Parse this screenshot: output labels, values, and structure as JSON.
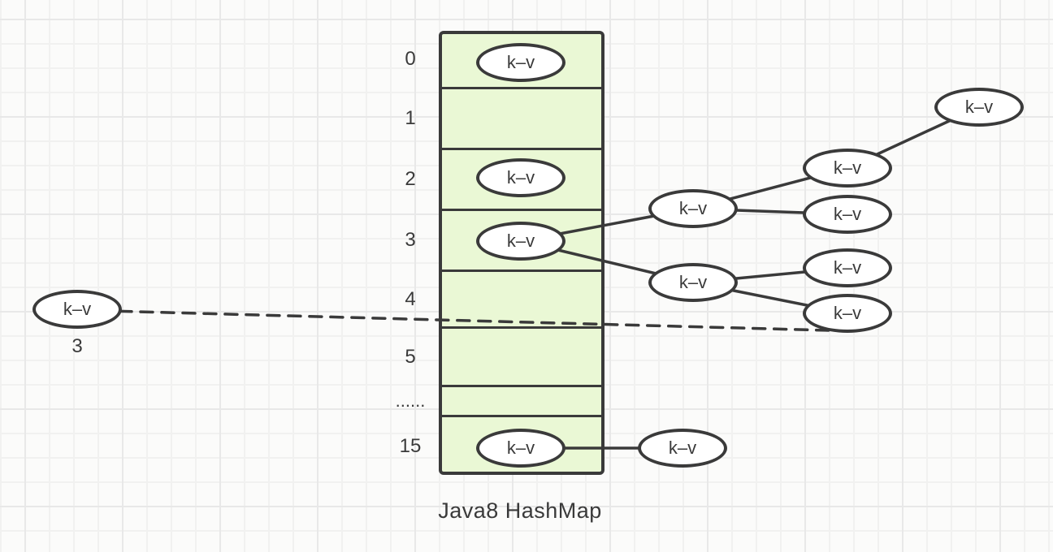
{
  "title": "Java8 HashMap",
  "colors": {
    "bucket_fill": "#eaf8d5",
    "stroke": "#3a3a3a",
    "node_fill": "#ffffff",
    "grid_minor": "#f1f1f0",
    "grid_major": "#e8e8e8",
    "background": "#fbfbfa"
  },
  "array": {
    "row_labels": [
      "0",
      "1",
      "2",
      "3",
      "4",
      "5",
      "......",
      "15"
    ]
  },
  "nodes": {
    "bucket0": "k–v",
    "bucket2": "k–v",
    "bucket3": "k–v",
    "bucket15": "k–v",
    "tree_upper": "k–v",
    "tree_lower": "k–v",
    "leaf_top": "k–v",
    "leaf_a": "k–v",
    "leaf_b": "k–v",
    "leaf_c": "k–v",
    "leaf_d": "k–v",
    "list_next": "k–v",
    "floating": "k–v"
  },
  "floating_annotation": "3"
}
